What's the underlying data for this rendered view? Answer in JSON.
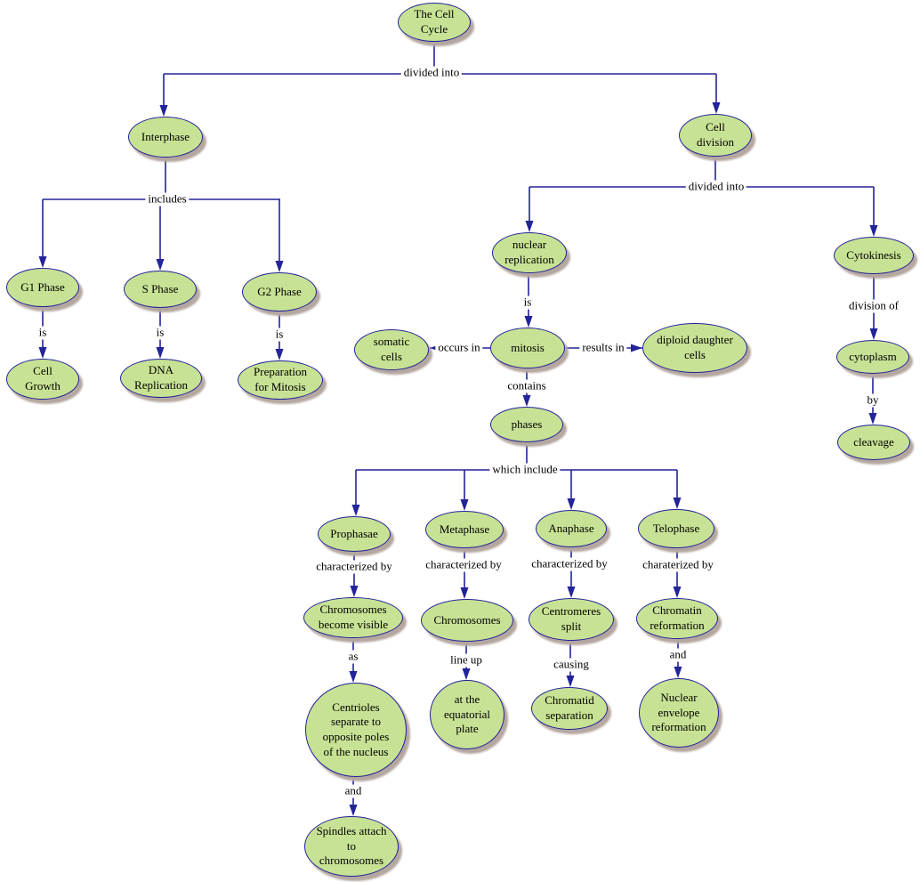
{
  "colors": {
    "background": "#ffffff",
    "node_fill": "#c7e294",
    "node_border": "#23239a",
    "connector_line": "#23239a",
    "node_shadow": "#b4a79f",
    "text": "#000000"
  },
  "diagram": {
    "nodes": [
      {
        "id": "the-cell-cycle",
        "label": "The Cell\nCycle"
      },
      {
        "id": "interphase",
        "label": "Interphase"
      },
      {
        "id": "cell-division",
        "label": "Cell\ndivision"
      },
      {
        "id": "g1-phase",
        "label": "G1 Phase"
      },
      {
        "id": "s-phase",
        "label": "S Phase"
      },
      {
        "id": "g2-phase",
        "label": "G2 Phase"
      },
      {
        "id": "cell-growth",
        "label": "Cell\nGrowth"
      },
      {
        "id": "dna-replication",
        "label": "DNA\nReplication"
      },
      {
        "id": "preparation-for-mitosis",
        "label": "Preparation\nfor Mitosis"
      },
      {
        "id": "nuclear-replication",
        "label": "nuclear\nreplication"
      },
      {
        "id": "cytokinesis",
        "label": "Cytokinesis"
      },
      {
        "id": "mitosis",
        "label": "mitosis"
      },
      {
        "id": "somatic-cells",
        "label": "somatic\ncells"
      },
      {
        "id": "diploid-daughter-cells",
        "label": "diploid daughter\ncells"
      },
      {
        "id": "phases",
        "label": "phases"
      },
      {
        "id": "prophasae",
        "label": "Prophasae"
      },
      {
        "id": "metaphase",
        "label": "Metaphase"
      },
      {
        "id": "anaphase",
        "label": "Anaphase"
      },
      {
        "id": "telophase",
        "label": "Telophase"
      },
      {
        "id": "chromosomes-become-visible",
        "label": "Chromosomes\nbecome visible"
      },
      {
        "id": "chromosomes",
        "label": "Chromosomes"
      },
      {
        "id": "centromeres-split",
        "label": "Centromeres\nsplit"
      },
      {
        "id": "chromatin-reformation",
        "label": "Chromatin\nreformation"
      },
      {
        "id": "centrioles-separate",
        "label": "Centrioles\nseparate to\nopposite poles\nof the nucleus"
      },
      {
        "id": "at-the-equatorial-plate",
        "label": "at the\nequatorial\nplate"
      },
      {
        "id": "chromatid-separation",
        "label": "Chromatid\nseparation"
      },
      {
        "id": "nuclear-envelope-reformation",
        "label": "Nuclear\nenvelope\nreformation"
      },
      {
        "id": "spindles-attach",
        "label": "Spindles attach\nto\nchromosomes"
      },
      {
        "id": "cytoplasm",
        "label": "cytoplasm"
      },
      {
        "id": "cleavage",
        "label": "cleavage"
      }
    ],
    "link_labels": [
      {
        "id": "divided-into-top",
        "text": "divided into"
      },
      {
        "id": "includes",
        "text": "includes"
      },
      {
        "id": "is-g1",
        "text": "is"
      },
      {
        "id": "is-s",
        "text": "is"
      },
      {
        "id": "is-g2",
        "text": "is"
      },
      {
        "id": "divided-into-right",
        "text": "divided into"
      },
      {
        "id": "is-mitosis",
        "text": "is"
      },
      {
        "id": "occurs-in",
        "text": "occurs in"
      },
      {
        "id": "results-in",
        "text": "results in"
      },
      {
        "id": "contains",
        "text": "contains"
      },
      {
        "id": "which-include",
        "text": "which include"
      },
      {
        "id": "characterized-by-prophasae",
        "text": "characterized by"
      },
      {
        "id": "characterized-by-metaphase",
        "text": "characterized by"
      },
      {
        "id": "characterized-by-anaphase",
        "text": "characterized by"
      },
      {
        "id": "charaterized-by-telophase",
        "text": "charaterized by"
      },
      {
        "id": "as",
        "text": "as"
      },
      {
        "id": "line-up",
        "text": "line up"
      },
      {
        "id": "causing",
        "text": "causing"
      },
      {
        "id": "and-telophase",
        "text": "and"
      },
      {
        "id": "and-prophase",
        "text": "and"
      },
      {
        "id": "division-of",
        "text": "division of"
      },
      {
        "id": "by",
        "text": "by"
      }
    ],
    "propositions": [
      {
        "from": "The Cell Cycle",
        "label": "divided into",
        "to": [
          "Interphase",
          "Cell division"
        ]
      },
      {
        "from": "Interphase",
        "label": "includes",
        "to": [
          "G1 Phase",
          "S Phase",
          "G2 Phase"
        ]
      },
      {
        "from": "G1 Phase",
        "label": "is",
        "to": [
          "Cell Growth"
        ]
      },
      {
        "from": "S Phase",
        "label": "is",
        "to": [
          "DNA Replication"
        ]
      },
      {
        "from": "G2 Phase",
        "label": "is",
        "to": [
          "Preparation for Mitosis"
        ]
      },
      {
        "from": "Cell division",
        "label": "divided into",
        "to": [
          "nuclear replication",
          "Cytokinesis"
        ]
      },
      {
        "from": "nuclear replication",
        "label": "is",
        "to": [
          "mitosis"
        ]
      },
      {
        "from": "mitosis",
        "label": "occurs in",
        "to": [
          "somatic cells"
        ]
      },
      {
        "from": "mitosis",
        "label": "results in",
        "to": [
          "diploid daughter cells"
        ]
      },
      {
        "from": "mitosis",
        "label": "contains",
        "to": [
          "phases"
        ]
      },
      {
        "from": "phases",
        "label": "which include",
        "to": [
          "Prophasae",
          "Metaphase",
          "Anaphase",
          "Telophase"
        ]
      },
      {
        "from": "Prophasae",
        "label": "characterized by",
        "to": [
          "Chromosomes become visible"
        ]
      },
      {
        "from": "Chromosomes become visible",
        "label": "as",
        "to": [
          "Centrioles separate to opposite poles of the nucleus"
        ]
      },
      {
        "from": "Centrioles separate to opposite poles of the nucleus",
        "label": "and",
        "to": [
          "Spindles attach to chromosomes"
        ]
      },
      {
        "from": "Metaphase",
        "label": "characterized by",
        "to": [
          "Chromosomes"
        ]
      },
      {
        "from": "Chromosomes",
        "label": "line up",
        "to": [
          "at the equatorial plate"
        ]
      },
      {
        "from": "Anaphase",
        "label": "characterized by",
        "to": [
          "Centromeres split"
        ]
      },
      {
        "from": "Centromeres split",
        "label": "causing",
        "to": [
          "Chromatid separation"
        ]
      },
      {
        "from": "Telophase",
        "label": "charaterized by",
        "to": [
          "Chromatin reformation"
        ]
      },
      {
        "from": "Chromatin reformation",
        "label": "and",
        "to": [
          "Nuclear envelope reformation"
        ]
      },
      {
        "from": "Cytokinesis",
        "label": "division of",
        "to": [
          "cytoplasm"
        ]
      },
      {
        "from": "cytoplasm",
        "label": "by",
        "to": [
          "cleavage"
        ]
      }
    ]
  }
}
